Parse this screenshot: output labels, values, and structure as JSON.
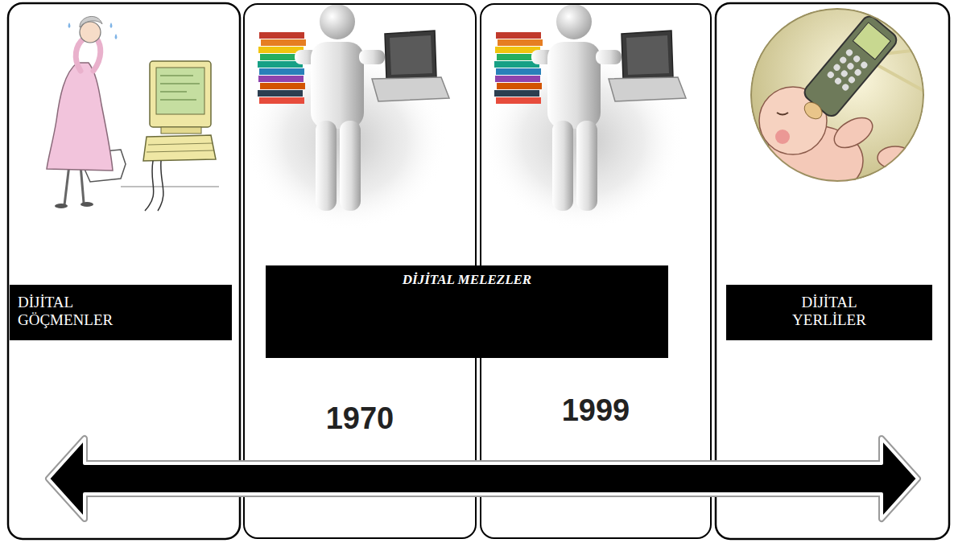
{
  "diagram": {
    "nodes": [
      {
        "text": [
          "DİJİTAL GÖÇMENLER"
        ]
      },
      {
        "text": [
          "DİJİTAL MELEZLER"
        ]
      },
      {
        "text": [
          "1970"
        ]
      },
      {
        "text": [
          "1999"
        ]
      },
      {
        "text": [
          "DİJİTAL YERLİLER"
        ]
      }
    ]
  }
}
